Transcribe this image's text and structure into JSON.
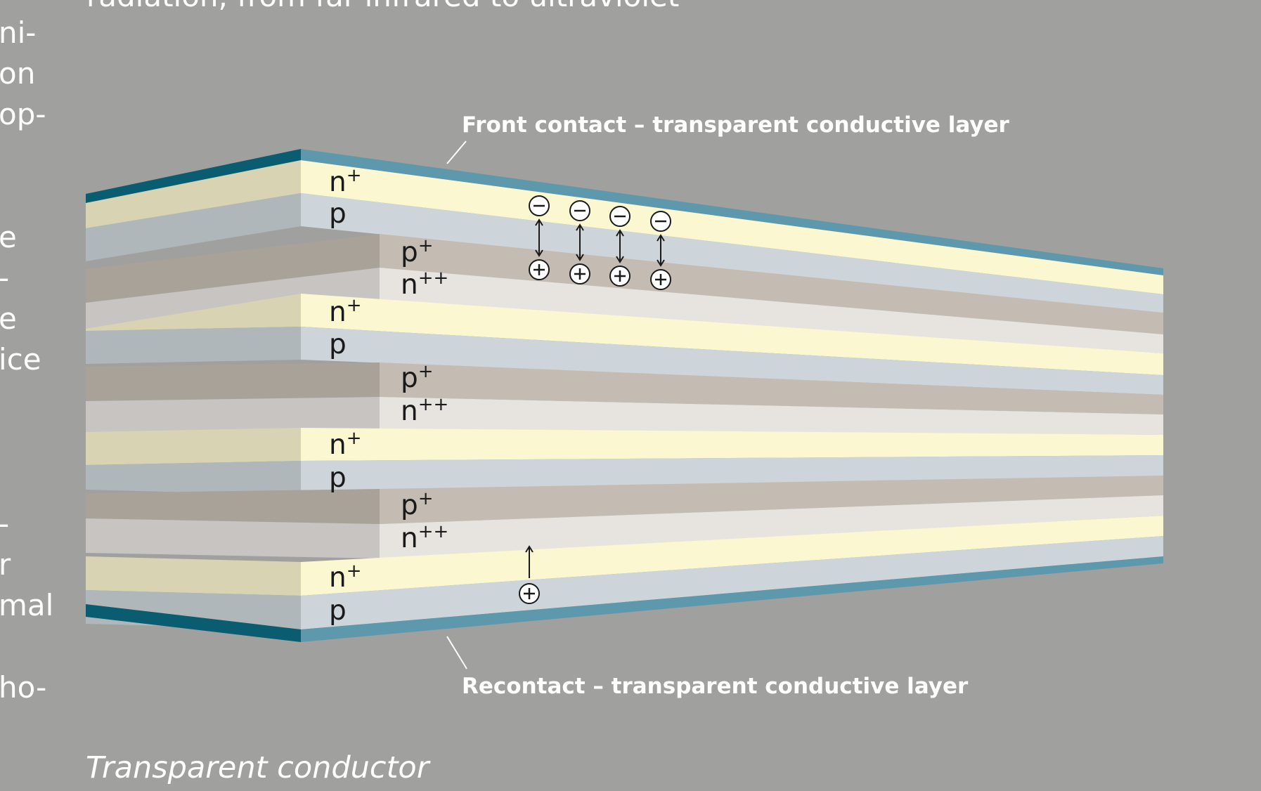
{
  "page": {
    "top_text_fragment": "radiation, from far-infrared to ultraviolet",
    "margin_fragments": [
      "ni-",
      "on",
      "op-",
      "e",
      "-",
      "e",
      "ice",
      "-",
      "r",
      "mal",
      "ho-"
    ],
    "caption": "Transparent conductor"
  },
  "diagram": {
    "front_contact_label": "Front contact – transparent conductive layer",
    "back_contact_label": "Recontact – transparent conductive layer",
    "layer_labels": [
      {
        "base": "n",
        "sup": "+"
      },
      {
        "base": "p",
        "sup": ""
      },
      {
        "base": "p",
        "sup": "+"
      },
      {
        "base": "n",
        "sup": "++"
      },
      {
        "base": "n",
        "sup": "+"
      },
      {
        "base": "p",
        "sup": ""
      },
      {
        "base": "p",
        "sup": "+"
      },
      {
        "base": "n",
        "sup": "++"
      },
      {
        "base": "n",
        "sup": "+"
      },
      {
        "base": "p",
        "sup": ""
      },
      {
        "base": "p",
        "sup": "+"
      },
      {
        "base": "n",
        "sup": "++"
      },
      {
        "base": "n",
        "sup": "+"
      },
      {
        "base": "p",
        "sup": ""
      }
    ],
    "electron_symbol": "−",
    "hole_symbol": "+",
    "colors": {
      "background": "#a0a09e",
      "contact_front": "#5e98ad",
      "contact_side": "#0a5d70",
      "n_plus": "#fbf7d0",
      "p": "#cdd5da",
      "p_plus": "#c4bcb2",
      "n_plus_plus": "#e7e4e0"
    }
  }
}
